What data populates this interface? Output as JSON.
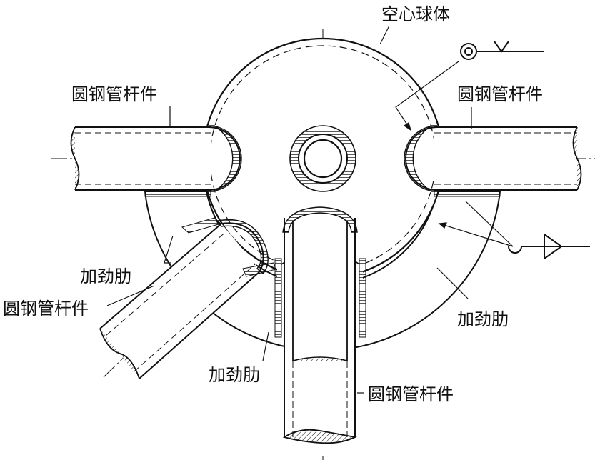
{
  "labels": {
    "hollow_sphere": "空心球体",
    "tube_top_left": "圆钢管杆件",
    "tube_top_right": "圆钢管杆件",
    "rib_left": "加劲肋",
    "tube_lower_left": "圆钢管杆件",
    "rib_right": "加劲肋",
    "rib_bottom": "加劲肋",
    "tube_bottom": "圆钢管杆件"
  },
  "colors": {
    "line": "#111111",
    "background": "#ffffff"
  }
}
